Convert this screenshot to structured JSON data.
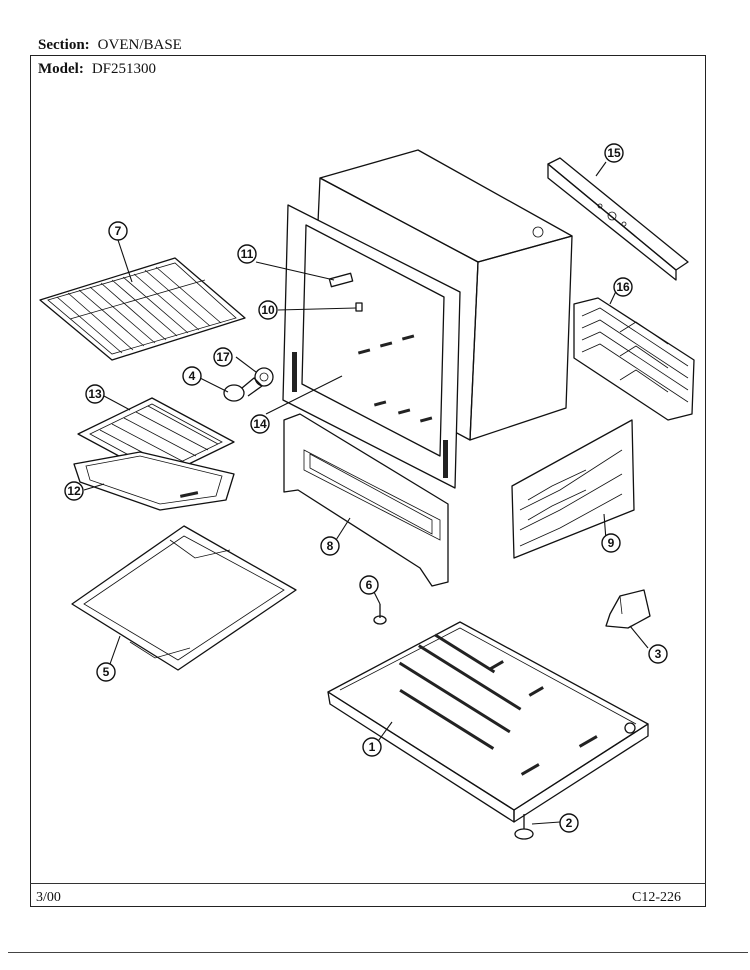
{
  "header": {
    "section_label": "Section:",
    "section_value": "OVEN/BASE",
    "model_label": "Model:",
    "model_value": "DF251300"
  },
  "footer": {
    "date": "3/00",
    "page_code": "C12-226"
  },
  "callouts": [
    "1",
    "2",
    "3",
    "4",
    "5",
    "6",
    "7",
    "8",
    "9",
    "10",
    "11",
    "12",
    "13",
    "14",
    "15",
    "16",
    "17"
  ]
}
